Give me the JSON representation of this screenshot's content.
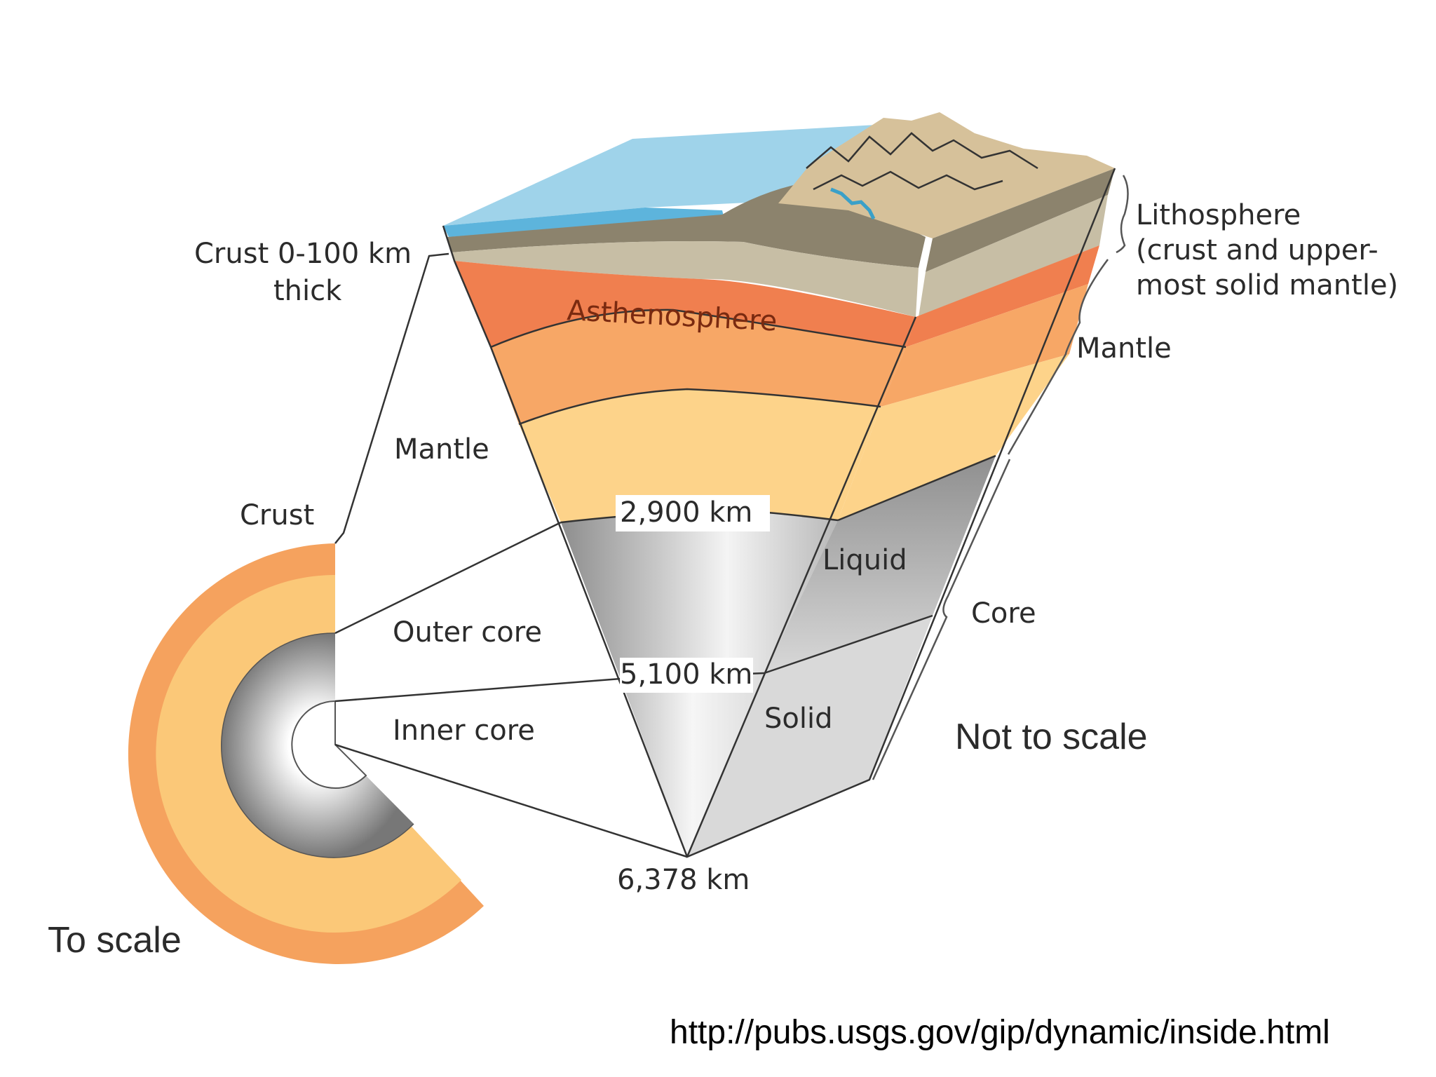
{
  "colors": {
    "ocean": "#9fd3ea",
    "ocean_dark": "#5db4dc",
    "crust_dark": "#8c836d",
    "crust_light": "#c7bea5",
    "land": "#d6c19a",
    "asthenosphere": "#f07f4f",
    "mantle_mid": "#f7a766",
    "mantle_low": "#fdd38a",
    "outer_core": "#a9a9a9",
    "inner_core": "#e8e8e8",
    "river": "#3aa0c8"
  },
  "labels": {
    "crust_thickness_line1": "Crust 0-100 km",
    "crust_thickness_line2": "thick",
    "asthenosphere": "Asthenosphere",
    "mantle_left": "Mantle",
    "crust": "Crust",
    "depth_2900": "2,900 km",
    "liquid": "Liquid",
    "outer_core": "Outer core",
    "depth_5100": "5,100 km",
    "inner_core": "Inner core",
    "solid": "Solid",
    "depth_6378": "6,378 km",
    "lithosphere_line1": "Lithosphere",
    "lithosphere_line2": "(crust and upper-",
    "lithosphere_line3": "most solid mantle)",
    "mantle_right": "Mantle",
    "core_right": "Core",
    "not_to_scale": "Not to scale",
    "to_scale": "To scale"
  },
  "source_url": "http://pubs.usgs.gov/gip/dynamic/inside.html"
}
